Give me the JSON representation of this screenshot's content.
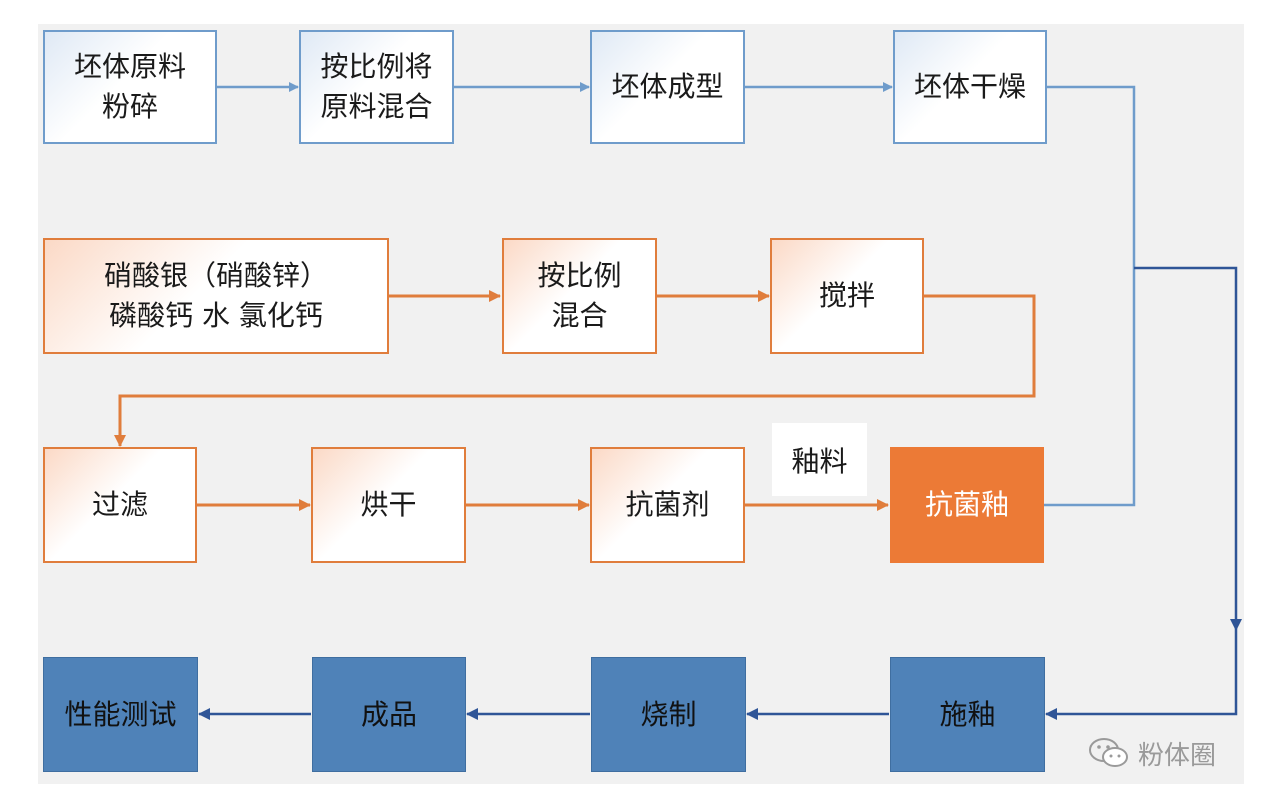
{
  "row1": [
    {
      "label": "坯体原料\n粉碎"
    },
    {
      "label": "按比例将\n原料混合"
    },
    {
      "label": "坯体成型"
    },
    {
      "label": "坯体干燥"
    }
  ],
  "row2": [
    {
      "label": "硝酸银（硝酸锌）\n磷酸钙  水  氯化钙"
    },
    {
      "label": "按比例\n混合"
    },
    {
      "label": "搅拌"
    }
  ],
  "row3": [
    {
      "label": "过滤"
    },
    {
      "label": "烘干"
    },
    {
      "label": "抗菌剂"
    },
    {
      "label": "抗菌釉"
    }
  ],
  "glaze_input": "釉料",
  "row4": [
    {
      "label": "施釉"
    },
    {
      "label": "烧制"
    },
    {
      "label": "成品"
    },
    {
      "label": "性能测试"
    }
  ],
  "watermark": {
    "text": "粉体圈",
    "icon": "wechat-icon"
  },
  "colors": {
    "blue_line": "#6f9ccb",
    "dark_blue_line": "#2f5597",
    "orange": "#e07d3c",
    "orange_fill": "#ec7a36",
    "blue_fill": "#4f82b8"
  }
}
